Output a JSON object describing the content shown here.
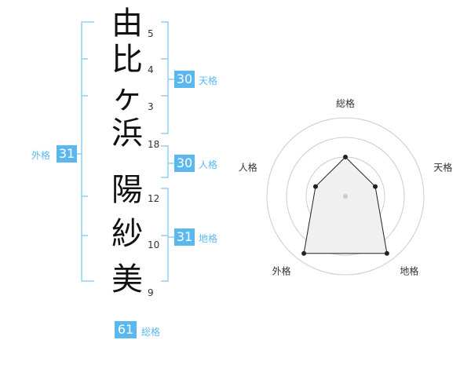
{
  "name": {
    "chars": [
      "由",
      "比",
      "ヶ",
      "浜",
      "陽",
      "紗",
      "美"
    ],
    "strokes": [
      "5",
      "4",
      "3",
      "18",
      "12",
      "10",
      "9"
    ]
  },
  "kaku": {
    "tenkaku": {
      "value": "30",
      "label": "天格"
    },
    "jinkaku": {
      "value": "30",
      "label": "人格"
    },
    "chikaku": {
      "value": "31",
      "label": "地格"
    },
    "gaikaku": {
      "value": "31",
      "label": "外格"
    },
    "soukaku": {
      "value": "61",
      "label": "総格"
    }
  },
  "radar": {
    "axes": [
      "総格",
      "天格",
      "地格",
      "外格",
      "人格"
    ],
    "levels": 4,
    "values": [
      0.5,
      0.4,
      0.9,
      0.9,
      0.4
    ],
    "fill_color": "#f0f0f0",
    "line_color": "#222222",
    "grid_color": "#cccccc"
  },
  "colors": {
    "accent": "#5bb8ee",
    "bracket": "#8fcff3"
  }
}
